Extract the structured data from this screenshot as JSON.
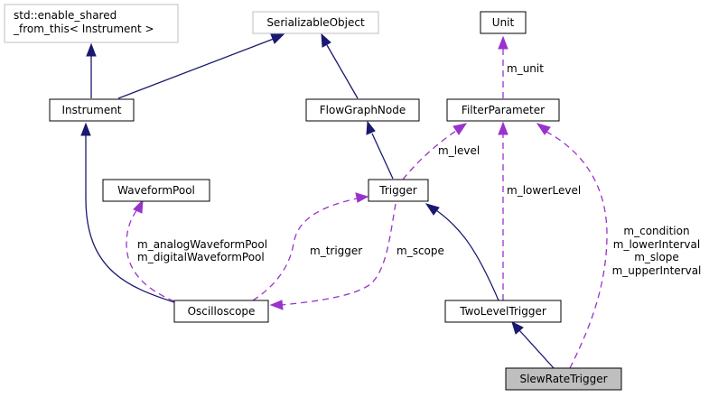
{
  "diagram": {
    "title": "Collaboration diagram for SlewRateTrigger",
    "nodes": {
      "enable_shared": {
        "lines": [
          "std::enable_shared",
          "_from_this< Instrument >"
        ],
        "kind": "external"
      },
      "serializable": {
        "lines": [
          "SerializableObject"
        ],
        "kind": "external"
      },
      "unit": {
        "lines": [
          "Unit"
        ],
        "kind": "class"
      },
      "instrument": {
        "lines": [
          "Instrument"
        ],
        "kind": "class"
      },
      "flowgraphnode": {
        "lines": [
          "FlowGraphNode"
        ],
        "kind": "class"
      },
      "filterparameter": {
        "lines": [
          "FilterParameter"
        ],
        "kind": "class"
      },
      "waveformpool": {
        "lines": [
          "WaveformPool"
        ],
        "kind": "class"
      },
      "trigger": {
        "lines": [
          "Trigger"
        ],
        "kind": "class"
      },
      "oscilloscope": {
        "lines": [
          "Oscilloscope"
        ],
        "kind": "class"
      },
      "twoleveltrigger": {
        "lines": [
          "TwoLevelTrigger"
        ],
        "kind": "class"
      },
      "slewratetrigger": {
        "lines": [
          "SlewRateTrigger"
        ],
        "kind": "focus"
      }
    },
    "edges": [
      {
        "from": "instrument",
        "to": "enable_shared",
        "type": "inheritance"
      },
      {
        "from": "instrument",
        "to": "serializable",
        "type": "inheritance"
      },
      {
        "from": "flowgraphnode",
        "to": "serializable",
        "type": "inheritance"
      },
      {
        "from": "trigger",
        "to": "flowgraphnode",
        "type": "inheritance"
      },
      {
        "from": "oscilloscope",
        "to": "instrument",
        "type": "inheritance"
      },
      {
        "from": "twoleveltrigger",
        "to": "trigger",
        "type": "inheritance"
      },
      {
        "from": "slewratetrigger",
        "to": "twoleveltrigger",
        "type": "inheritance"
      },
      {
        "from": "filterparameter",
        "to": "unit",
        "type": "usage",
        "labels": [
          "m_unit"
        ]
      },
      {
        "from": "trigger",
        "to": "filterparameter",
        "type": "usage",
        "labels": [
          "m_level"
        ]
      },
      {
        "from": "twoleveltrigger",
        "to": "filterparameter",
        "type": "usage",
        "labels": [
          "m_lowerLevel"
        ]
      },
      {
        "from": "slewratetrigger",
        "to": "filterparameter",
        "type": "usage",
        "labels": [
          "m_condition",
          "m_lowerInterval",
          "m_slope",
          "m_upperInterval"
        ]
      },
      {
        "from": "oscilloscope",
        "to": "waveformpool",
        "type": "usage",
        "labels": [
          "m_analogWaveformPool",
          "m_digitalWaveformPool"
        ]
      },
      {
        "from": "oscilloscope",
        "to": "trigger",
        "type": "usage",
        "labels": [
          "m_trigger"
        ]
      },
      {
        "from": "trigger",
        "to": "oscilloscope",
        "type": "usage",
        "labels": [
          "m_scope"
        ]
      }
    ],
    "colors": {
      "inheritance": "#191970",
      "usage": "#9a32cd",
      "focus_fill": "#bfbfbf",
      "external_border": "#bfbfbf"
    }
  }
}
